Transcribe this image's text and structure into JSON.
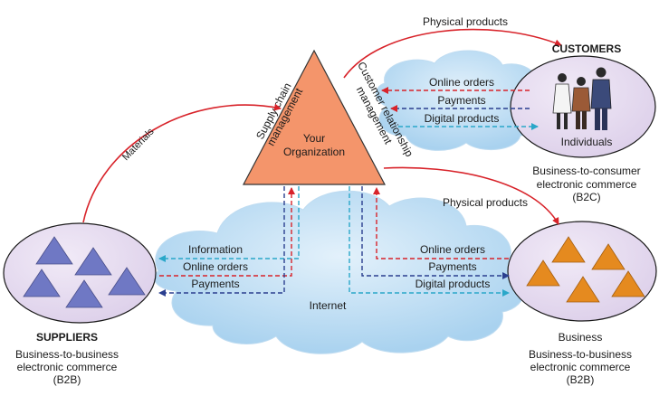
{
  "diagram": {
    "organization": {
      "line1": "Your",
      "line2": "Organization"
    },
    "supply_chain": {
      "line1": "Supply chain",
      "line2": "management"
    },
    "crm": {
      "line1": "Customer relationship",
      "line2": "management"
    },
    "suppliers": {
      "title": "SUPPLIERS",
      "desc_line1": "Business-to-business",
      "desc_line2": "electronic commerce",
      "desc_line3": "(B2B)"
    },
    "customers": {
      "title": "CUSTOMERS",
      "individuals": "Individuals",
      "desc_line1": "Business-to-consumer",
      "desc_line2": "electronic commerce",
      "desc_line3": "(B2C)"
    },
    "business": {
      "title": "Business",
      "desc_line1": "Business-to-business",
      "desc_line2": "electronic commerce",
      "desc_line3": "(B2B)"
    },
    "flows": {
      "materials": "Materials",
      "physical_products_top": "Physical products",
      "physical_products_mid": "Physical products",
      "c_online_orders": "Online orders",
      "c_payments": "Payments",
      "c_digital_products": "Digital products",
      "s_information": "Information",
      "s_online_orders": "Online orders",
      "s_payments": "Payments",
      "b_online_orders": "Online orders",
      "b_payments": "Payments",
      "b_digital_products": "Digital products"
    },
    "internet": "Internet",
    "colors": {
      "red": "#d8232a",
      "blue": "#2b3f8f",
      "cyan": "#2aa7c9",
      "triangle_fill": "#f4956b",
      "ellipse_fill": "#e6dcef",
      "supplier_triangle": "#6f78c4",
      "business_triangle": "#e58a1f",
      "cloud": "#a9d2ef"
    }
  }
}
